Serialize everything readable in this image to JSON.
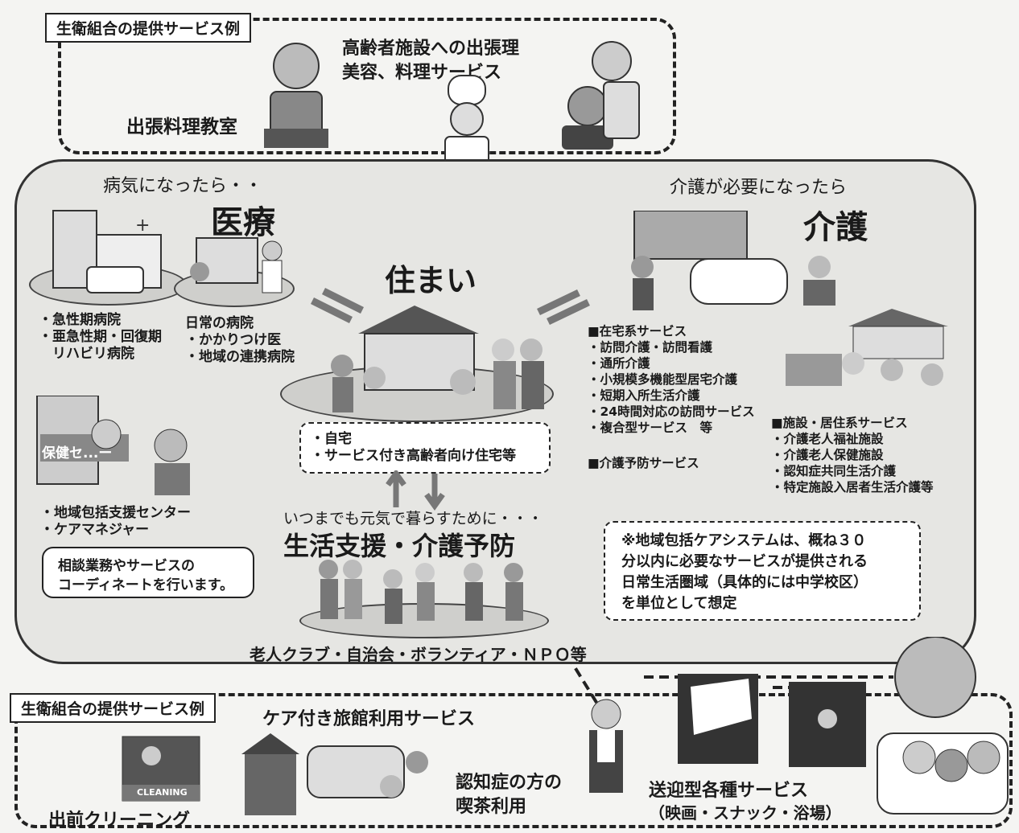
{
  "top_box": {
    "tag": "生衛組合の提供サービス例",
    "service1_line1": "高齢者施設への出張理",
    "service1_line2": "美容、料理サービス",
    "service2": "出張料理教室"
  },
  "medical": {
    "subtitle": "病気になったら・・",
    "title": "医療",
    "hospital_list": [
      "・急性期病院",
      "・亜急性期・回復期",
      "　リハビリ病院"
    ],
    "clinic_list": [
      "日常の病院",
      "・かかりつけ医",
      "・地域の連携病院"
    ]
  },
  "housing": {
    "title": "住まい",
    "items": [
      "・自宅",
      "・サービス付き高齢者向け住宅等"
    ]
  },
  "care": {
    "subtitle": "介護が必要になったら",
    "title": "介護",
    "home_services": [
      "■在宅系サービス",
      "・訪問介護・訪問看護",
      "・通所介護",
      "・小規模多機能型居宅介護",
      "・短期入所生活介護",
      "・24時間対応の訪問サービス",
      "・複合型サービス　等"
    ],
    "prevention": "■介護予防サービス",
    "facility_services": [
      "■施設・居住系サービス",
      "・介護老人福祉施設",
      "・介護老人保健施設",
      "・認知症共同生活介護",
      "・特定施設入居者生活介護等"
    ]
  },
  "support_center": {
    "sign": "保健セ...ー",
    "items": [
      "・地域包括支援センター",
      "・ケアマネジャー"
    ],
    "bubble_line1": "相談業務やサービスの",
    "bubble_line2": "コーディネートを行います。"
  },
  "life_support": {
    "subtitle": "いつまでも元気で暮らすために・・・",
    "title": "生活支援・介護予防",
    "footer": "老人クラブ・自治会・ボランティア・ＮＰＯ等"
  },
  "note": {
    "lines": [
      "※地域包括ケアシステムは、概ね３０",
      "分以内に必要なサービスが提供される",
      "日常生活圏域（具体的には中学校区）",
      "を単位として想定"
    ]
  },
  "bottom_box": {
    "tag": "生衛組合の提供サービス例",
    "ryokan": "ケア付き旅館利用サービス",
    "cleaning": "出前クリーニング",
    "cleaning_sign": "CLEANING",
    "cafe_line1": "認知症の方の",
    "cafe_line2": "喫茶利用",
    "transport_line1": "送迎型各種サービス",
    "transport_line2": "（映画・スナック・浴場）"
  }
}
